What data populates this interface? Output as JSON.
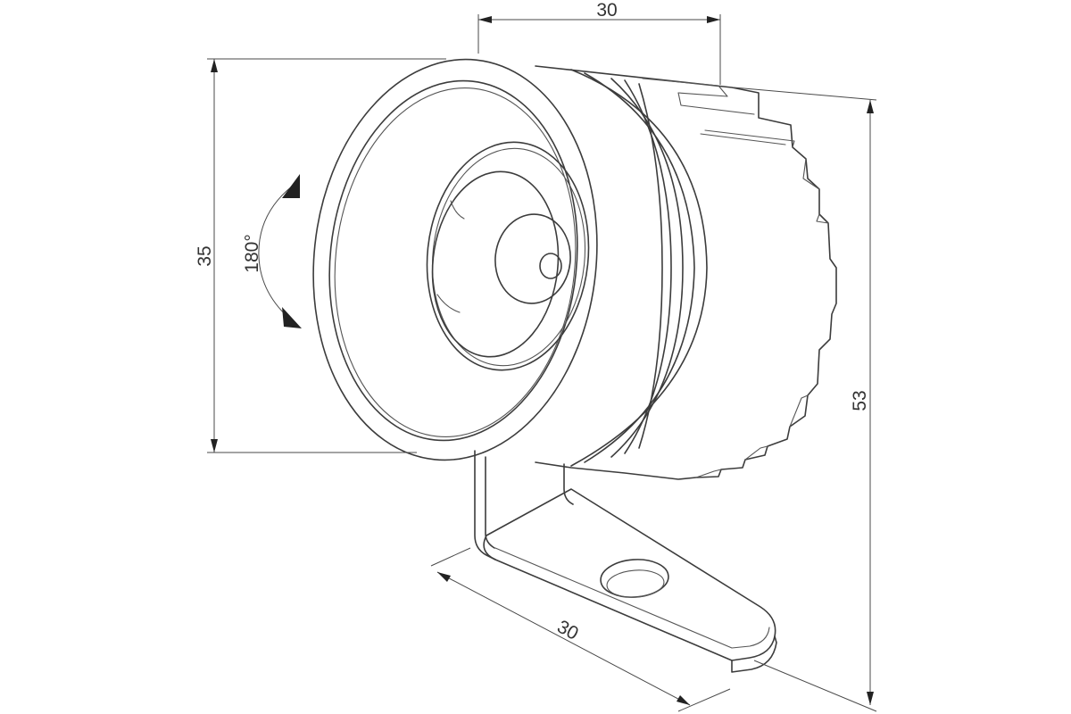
{
  "dimensions": {
    "top_width": "30",
    "front_height": "35",
    "total_height": "53",
    "bracket_length": "30",
    "rotation_angle": "180°"
  },
  "colors": {
    "line": "#3c3c3c",
    "arrow": "#222222",
    "background": "#ffffff"
  }
}
